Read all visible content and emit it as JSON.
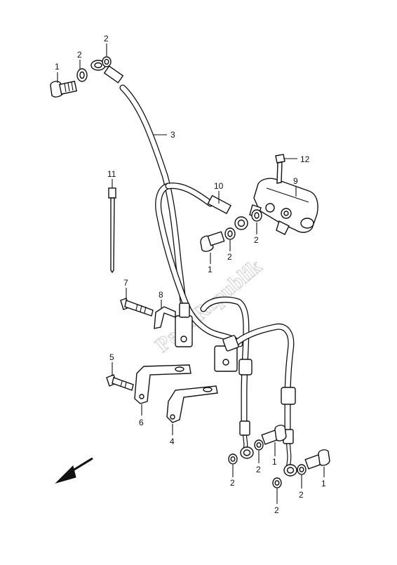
{
  "watermark": "PartsRepublik",
  "callouts": [
    {
      "id": "c1a",
      "text": "1"
    },
    {
      "id": "c2a",
      "text": "2"
    },
    {
      "id": "c2b",
      "text": "2"
    },
    {
      "id": "c3",
      "text": "3"
    },
    {
      "id": "c12",
      "text": "12"
    },
    {
      "id": "c9",
      "text": "9"
    },
    {
      "id": "c11",
      "text": "11"
    },
    {
      "id": "c10",
      "text": "10"
    },
    {
      "id": "c2c",
      "text": "2"
    },
    {
      "id": "c2d",
      "text": "2"
    },
    {
      "id": "c1b",
      "text": "1"
    },
    {
      "id": "c7",
      "text": "7"
    },
    {
      "id": "c8",
      "text": "8"
    },
    {
      "id": "c5",
      "text": "5"
    },
    {
      "id": "c6",
      "text": "6"
    },
    {
      "id": "c4",
      "text": "4"
    },
    {
      "id": "c1c",
      "text": "1"
    },
    {
      "id": "c2e",
      "text": "2"
    },
    {
      "id": "c2f",
      "text": "2"
    },
    {
      "id": "c1d",
      "text": "1"
    },
    {
      "id": "c2g",
      "text": "2"
    },
    {
      "id": "c2h",
      "text": "2"
    }
  ]
}
